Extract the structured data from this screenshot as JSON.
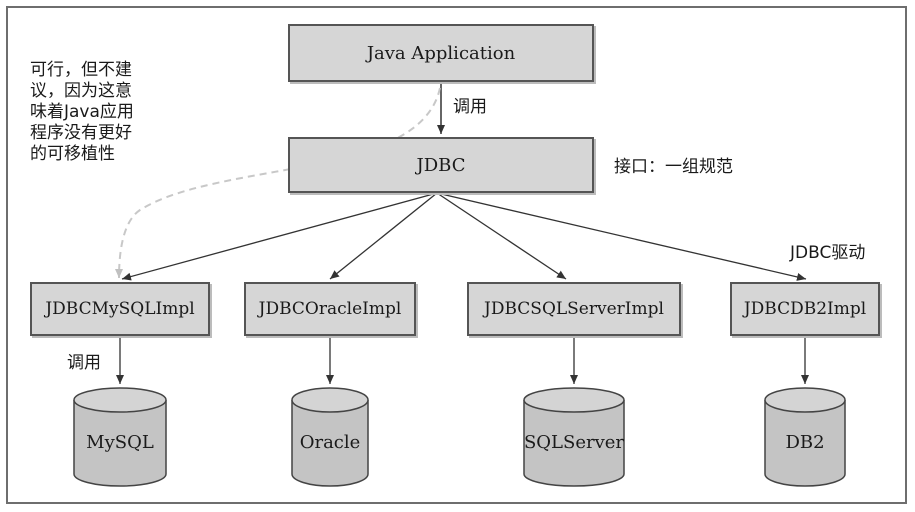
{
  "app_box": {
    "label": "Java Application"
  },
  "call_label_top": "调用",
  "jdbc_box": {
    "label": "JDBC"
  },
  "interface_label": "接口：一组规范",
  "driver_label": "JDBC驱动",
  "note_text": "可行，但不建议，因为这意味着Java应用程序没有更好的可移植性",
  "call_label_bottom": "调用",
  "impls": [
    {
      "label": "JDBCMySQLImpl"
    },
    {
      "label": "JDBCOracleImpl"
    },
    {
      "label": "JDBCSQLServerImpl"
    },
    {
      "label": "JDBCDB2Impl"
    }
  ],
  "databases": [
    {
      "label": "MySQL"
    },
    {
      "label": "Oracle"
    },
    {
      "label": "SQLServer"
    },
    {
      "label": "DB2"
    }
  ],
  "colors": {
    "box_fill": "#d6d6d6",
    "db_fill": "#c4c4c4",
    "dashed_arrow": "#c8c8c8"
  }
}
